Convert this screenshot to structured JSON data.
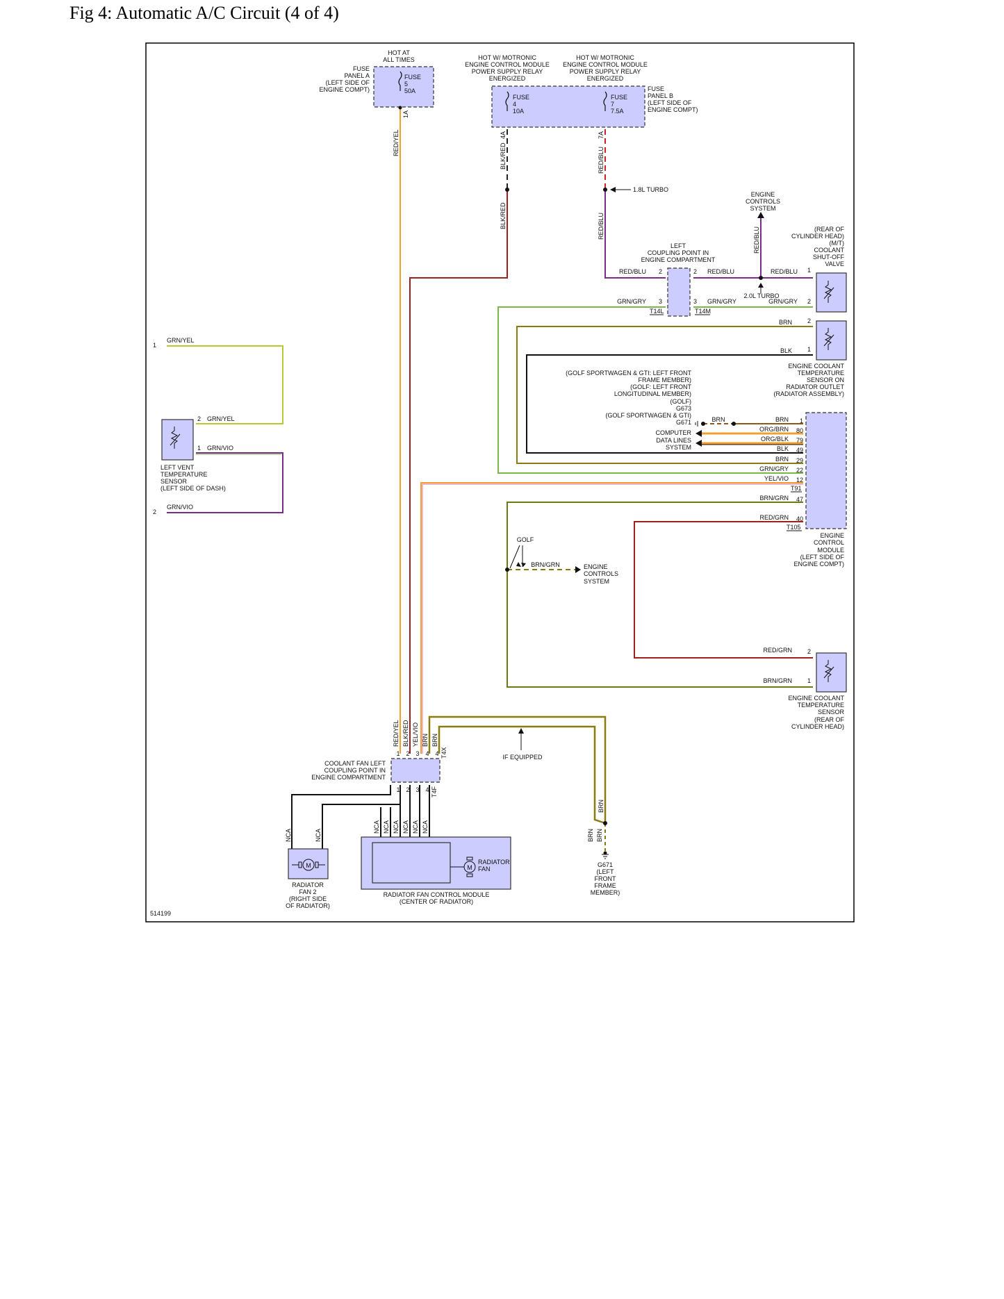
{
  "title": "Fig 4: Automatic A/C Circuit (4 of 4)",
  "figure_id": "514199",
  "colors": {
    "orange": "#f0a030",
    "red": "#cc2222",
    "darkred": "#a02020",
    "purple": "#7a2a8a",
    "green": "#7ab648",
    "olive": "#8a7a10",
    "brown": "#8b5a1a",
    "black": "#111111",
    "yellowgreen": "#b8c830",
    "component": "#ccccff"
  },
  "fuse_a": {
    "hot": [
      "HOT AT",
      "ALL TIMES"
    ],
    "panel": [
      "FUSE",
      "PANEL A",
      "(LEFT SIDE OF",
      "ENGINE COMPT)"
    ],
    "fuse": [
      "FUSE",
      "5",
      "50A"
    ],
    "pin": "1A",
    "wire": "RED/YEL"
  },
  "fuse_b": {
    "hot1": [
      "HOT W/ MOTRONIC",
      "ENGINE CONTROL MODULE",
      "POWER SUPPLY RELAY",
      "ENERGIZED"
    ],
    "hot2": [
      "HOT W/ MOTRONIC",
      "ENGINE CONTROL MODULE",
      "POWER SUPPLY RELAY",
      "ENERGIZED"
    ],
    "fuse4": [
      "FUSE",
      "4",
      "10A"
    ],
    "fuse7": [
      "FUSE",
      "7",
      "7.5A"
    ],
    "panel": [
      "FUSE",
      "PANEL B",
      "(LEFT SIDE OF",
      "ENGINE COMPT)"
    ],
    "pin4": "4A",
    "pin7": "7A",
    "wire4": "BLK/RED",
    "wire4b": "BLK/RED",
    "wire7": "RED/BLU",
    "wire7b": "RED/BLU",
    "turbo18": "1.8L TURBO"
  },
  "coupling_left": {
    "label": [
      "LEFT",
      "COUPLING POINT IN",
      "ENGINE COMPARTMENT"
    ],
    "w_redblu_l": "RED/BLU",
    "w_redblu_r": "RED/BLU",
    "w_grngry_l": "GRN/GRY",
    "w_grngry_r": "GRN/GRY",
    "pin2l": "2",
    "pin2r": "2",
    "pin3l": "3",
    "pin3r": "3",
    "conn_l": "T14L",
    "conn_r": "T14M"
  },
  "ecs_top": [
    "ENGINE",
    "CONTROLS",
    "SYSTEM"
  ],
  "ecs_wire": "RED/BLU",
  "turbo20": "2.0L TURBO",
  "valve": {
    "label": [
      "(REAR OF",
      "CYLINDER HEAD)",
      "(M/T)",
      "COOLANT",
      "SHUT-OFF",
      "VALVE"
    ],
    "w1": "RED/BLU",
    "p1": "1",
    "w2": "GRN/GRY",
    "p2": "2"
  },
  "ect_outlet": {
    "w2": "BRN",
    "p2": "2",
    "w1": "BLK",
    "p1": "1",
    "label": [
      "ENGINE COOLANT",
      "TEMPERATURE",
      "SENSOR ON",
      "RADIATOR OUTLET",
      "(RADIATOR ASSEMBLY)"
    ]
  },
  "ground_note": [
    "(GOLF SPORTWAGEN & GTI: LEFT FRONT",
    "FRAME MEMBER)",
    "(GOLF: LEFT FRONT",
    "LONGITUDINAL MEMBER)",
    "(GOLF)",
    "G673",
    "(GOLF SPORTWAGEN & GTI)",
    "G671"
  ],
  "ground_wire": "BRN",
  "data_lines": [
    "COMPUTER",
    "DATA LINES",
    "SYSTEM"
  ],
  "ecm": {
    "pins": [
      {
        "wire": "BRN",
        "pin": "1"
      },
      {
        "wire": "ORG/BRN",
        "pin": "80"
      },
      {
        "wire": "ORG/BLK",
        "pin": "79"
      },
      {
        "wire": "BLK",
        "pin": "49"
      },
      {
        "wire": "BRN",
        "pin": "29"
      },
      {
        "wire": "GRN/GRY",
        "pin": "22"
      },
      {
        "wire": "YEL/VIO",
        "pin": "12"
      },
      {
        "wire": "BRN/GRN",
        "pin": "47"
      },
      {
        "wire": "RED/GRN",
        "pin": "40"
      }
    ],
    "conn1": "T91",
    "conn2": "T105",
    "label": [
      "ENGINE",
      "CONTROL",
      "MODULE",
      "(LEFT SIDE OF",
      "ENGINE COMPT)"
    ]
  },
  "vent_sensor": {
    "top_pin": "1",
    "top_wire": "GRN/YEL",
    "p2": "2",
    "w2": "GRN/YEL",
    "p1": "1",
    "w1": "GRN/VIO",
    "bot_pin": "2",
    "bot_wire": "GRN/VIO",
    "label": [
      "LEFT VENT",
      "TEMPERATURE",
      "SENSOR",
      "(LEFT SIDE OF DASH)"
    ]
  },
  "golf_branch": {
    "golf": "GOLF",
    "wire": "BRN/GRN",
    "ecs": [
      "ENGINE",
      "CONTROLS",
      "SYSTEM"
    ]
  },
  "ect_rear": {
    "w2": "RED/GRN",
    "p2": "2",
    "w1": "BRN/GRN",
    "p1": "1",
    "label": [
      "ENGINE COOLANT",
      "TEMPERATURE",
      "SENSOR",
      "(REAR OF",
      "CYLINDER HEAD)"
    ]
  },
  "fan_coupling": {
    "wires": [
      "RED/YEL",
      "BLK/RED",
      "YEL/VIO",
      "BRN",
      "BRN"
    ],
    "pins_top": [
      "1",
      "2",
      "3",
      "4",
      "4"
    ],
    "pins_bot": [
      "1",
      "2",
      "3",
      "4"
    ],
    "conn_top": "T4X",
    "conn_bot": "T4F",
    "label": [
      "COOLANT FAN LEFT",
      "COUPLING POINT IN",
      "ENGINE COMPARTMENT"
    ],
    "if_equipped": "IF EQUIPPED"
  },
  "fan_module": {
    "nca": [
      "NCA",
      "NCA",
      "NCA",
      "NCA",
      "NCA",
      "NCA"
    ],
    "label": [
      "RADIATOR FAN CONTROL MODULE",
      "(CENTER OF RADIATOR)"
    ],
    "fan": [
      "RADIATOR",
      "FAN"
    ],
    "motor": "M"
  },
  "fan2": {
    "nca1": "NCA",
    "nca2": "NCA",
    "motor": "M",
    "label": [
      "RADIATOR",
      "FAN 2",
      "(RIGHT SIDE",
      "OF RADIATOR)"
    ]
  },
  "g671": {
    "w1": "BRN",
    "w2": "BRN",
    "w3": "BRN",
    "label": [
      "G671",
      "(LEFT",
      "FRONT",
      "FRAME",
      "MEMBER)"
    ]
  }
}
